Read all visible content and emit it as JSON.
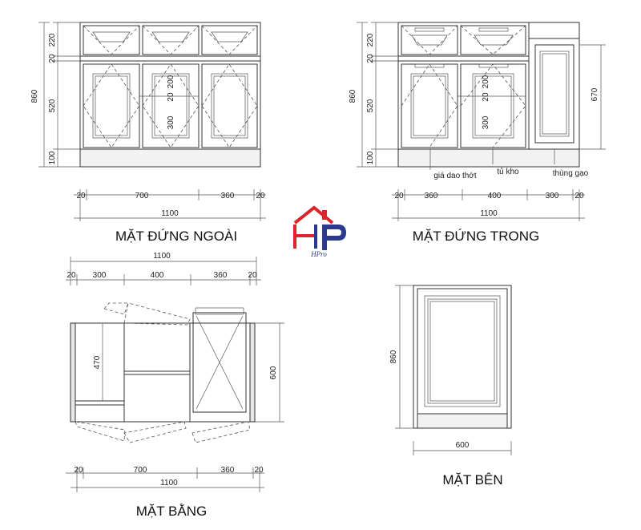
{
  "titles": {
    "front_outer": "MẶT ĐỨNG NGOÀI",
    "front_inner": "MẶT ĐỨNG TRONG",
    "plan": "MẶT BẰNG",
    "side": "MẶT BÊN"
  },
  "logo": {
    "text": "HPro",
    "color_red": "#d9262b",
    "color_blue": "#2b3a8f"
  },
  "annotations": {
    "knife_rack": "giá dao thớt",
    "drawer_cabinet": "tủ kho",
    "rice_bin": "thùng gạo"
  },
  "dims": {
    "front_outer": {
      "v_total": "860",
      "v_220": "220",
      "v_20": "20",
      "v_520": "520",
      "v_100": "100",
      "v_200": "200",
      "v_20b": "20",
      "v_300": "300",
      "h_20a": "20",
      "h_700": "700",
      "h_360": "360",
      "h_20b": "20",
      "h_total": "1100"
    },
    "front_inner": {
      "v_total": "860",
      "v_220": "220",
      "v_20": "20",
      "v_520": "520",
      "v_100": "100",
      "v_200": "200",
      "v_20b": "20",
      "v_300": "300",
      "v_670": "670",
      "h_20a": "20",
      "h_360": "360",
      "h_400": "400",
      "h_300": "300",
      "h_20b": "20",
      "h_total": "1100"
    },
    "plan": {
      "h_total_top": "1100",
      "h_20a": "20",
      "h_300": "300",
      "h_400": "400",
      "h_360": "360",
      "h_20b": "20",
      "v_470": "470",
      "v_600": "600",
      "b_20a": "20",
      "b_700": "700",
      "b_360": "360",
      "b_20b": "20",
      "b_total": "1100"
    },
    "side": {
      "v_860": "860",
      "h_600": "600"
    }
  }
}
